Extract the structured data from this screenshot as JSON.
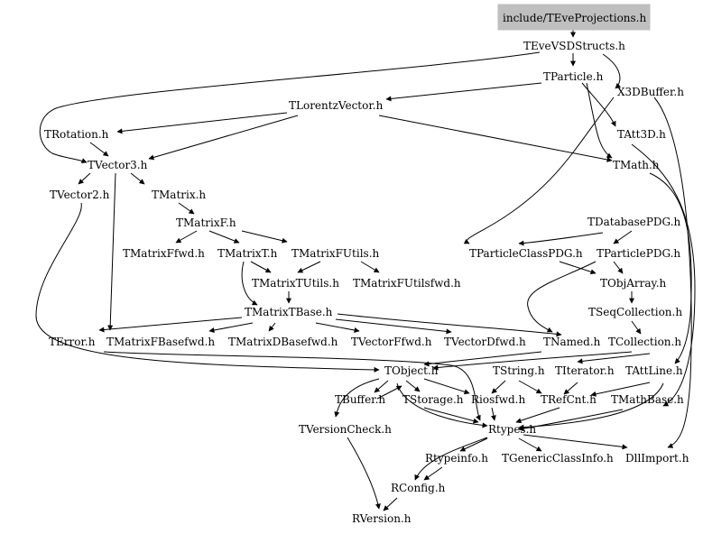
{
  "graph": {
    "root": "include/TEveProjections.h",
    "nodes": [
      "include/TEveProjections.h",
      "TEveVSDStructs.h",
      "TParticle.h",
      "X3DBuffer.h",
      "TLorentzVector.h",
      "TRotation.h",
      "TAtt3D.h",
      "TVector3.h",
      "TMath.h",
      "TVector2.h",
      "TMatrix.h",
      "TDatabasePDG.h",
      "TMatrixF.h",
      "TParticleClassPDG.h",
      "TParticlePDG.h",
      "TMatrixFfwd.h",
      "TMatrixT.h",
      "TMatrixFUtils.h",
      "TObjArray.h",
      "TMatrixTUtils.h",
      "TMatrixFUtilsfwd.h",
      "TMatrixTBase.h",
      "TSeqCollection.h",
      "TError.h",
      "TMatrixFBasefwd.h",
      "TMatrixDBasefwd.h",
      "TVectorFfwd.h",
      "TVectorDfwd.h",
      "TNamed.h",
      "TCollection.h",
      "TObject.h",
      "TString.h",
      "TIterator.h",
      "TAttLine.h",
      "TBuffer.h",
      "TStorage.h",
      "Riosfwd.h",
      "TRefCnt.h",
      "TMathBase.h",
      "TVersionCheck.h",
      "Rtypes.h",
      "Rtypeinfo.h",
      "TGenericClassInfo.h",
      "DllImport.h",
      "RConfig.h",
      "RVersion.h"
    ]
  }
}
